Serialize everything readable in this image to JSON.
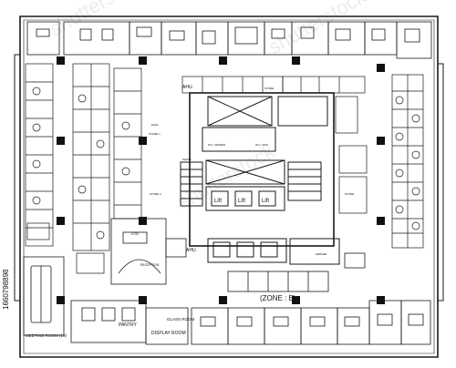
{
  "floor_plan": {
    "labels": {
      "zone": "(ZONE : E)",
      "meeting_room": "MEETING ROOM (19)",
      "pantry": "PANTRY",
      "display_room": "DISPLAY ROOM",
      "glass_room": "GLASS ROOM",
      "reception": "RECEPTION",
      "lcd": "LCD",
      "ahu_upper": "AHU.",
      "ahu_lower": "AHU.",
      "wc_women": "W.C. WOMEN",
      "wc_man": "W.C. MAN",
      "lift": "Lift",
      "store_1": "STORE 1",
      "store_2": "STORE 2",
      "store_mid": "STORE",
      "server": "SERVER",
      "store_right": "STORE",
      "electrical": "ELEC.",
      "shaft": "SHAFT",
      "serial": "1660798898"
    },
    "watermark": "shutterstock",
    "colors": {
      "line": "#1a1a1a",
      "fill": "#111111",
      "background": "#ffffff"
    }
  }
}
